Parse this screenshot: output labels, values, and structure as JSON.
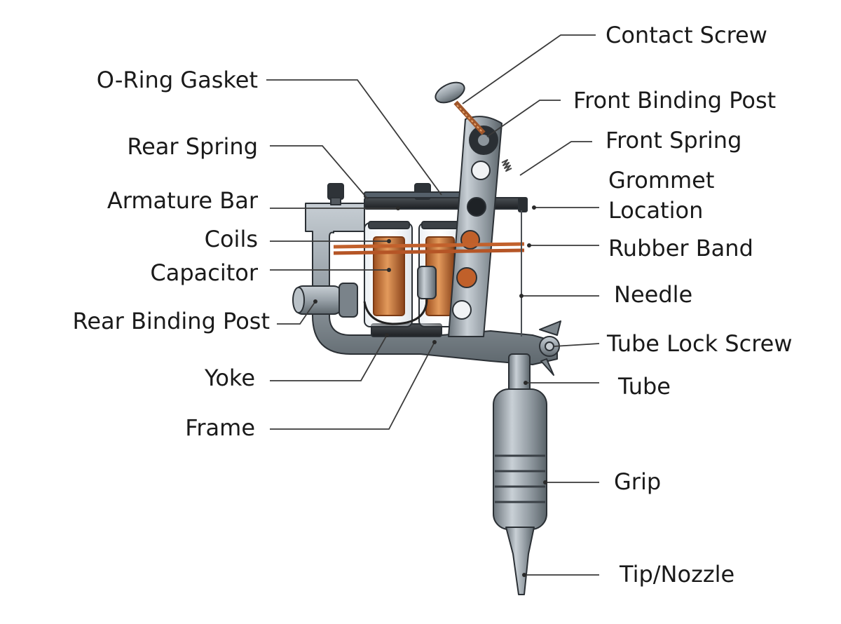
{
  "diagram": {
    "colors": {
      "background": "#ffffff",
      "metal": "#9aa3ab",
      "metal_dark": "#5b636a",
      "copper": "#c8743c",
      "leader_line": "#3a3a3a",
      "text": "#1a1a1a"
    },
    "labels": {
      "contact_screw": "Contact Screw",
      "o_ring_gasket": "O-Ring Gasket",
      "front_binding_post": "Front Binding Post",
      "rear_spring": "Rear Spring",
      "front_spring": "Front Spring",
      "grommet_location_line1": "Grommet",
      "grommet_location_line2": "Location",
      "armature_bar": "Armature Bar",
      "coils": "Coils",
      "rubber_band": "Rubber Band",
      "capacitor": "Capacitor",
      "needle": "Needle",
      "rear_binding_post": "Rear Binding Post",
      "tube_lock_screw": "Tube Lock Screw",
      "yoke": "Yoke",
      "tube": "Tube",
      "frame": "Frame",
      "grip": "Grip",
      "tip_nozzle": "Tip/Nozzle"
    }
  }
}
